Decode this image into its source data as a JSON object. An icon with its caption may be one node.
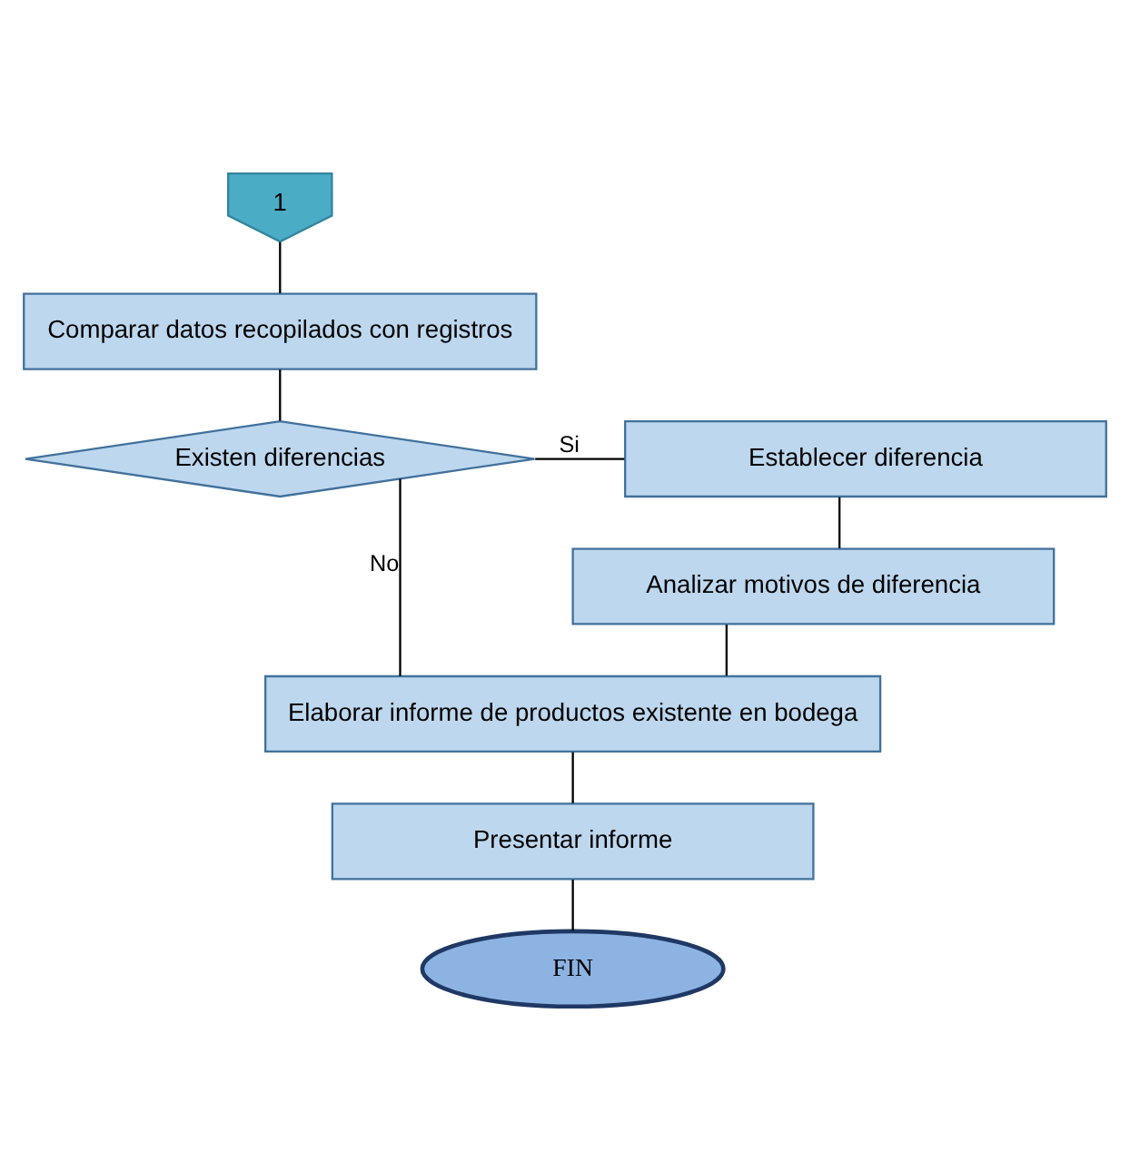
{
  "diagram": {
    "nodes": [
      {
        "text": [
          "1"
        ]
      },
      {
        "text": [
          "Comparar datos recopilados con registros"
        ]
      },
      {
        "text": [
          "Existen diferencias"
        ]
      },
      {
        "text": [
          "Establecer diferencia"
        ]
      },
      {
        "text": [
          "Analizar motivos de diferencia"
        ]
      },
      {
        "text": [
          "Elaborar informe de productos existente en bodega"
        ]
      },
      {
        "text": [
          "Presentar informe"
        ]
      },
      {
        "text": [
          "FIN"
        ]
      }
    ],
    "edges": [
      {
        "from": 0,
        "to": 1,
        "arrow": "none"
      },
      {
        "from": 1,
        "to": 2,
        "arrow": "none"
      },
      {
        "from": 2,
        "to": 3,
        "arrow": "none",
        "label": "Si"
      },
      {
        "from": 3,
        "to": 4,
        "arrow": "none"
      },
      {
        "from": 4,
        "to": 5,
        "arrow": "none"
      },
      {
        "from": 2,
        "to": 5,
        "arrow": "none",
        "label": "No"
      },
      {
        "from": 5,
        "to": 6,
        "arrow": "none"
      },
      {
        "from": 6,
        "to": 7,
        "arrow": "none"
      }
    ]
  }
}
